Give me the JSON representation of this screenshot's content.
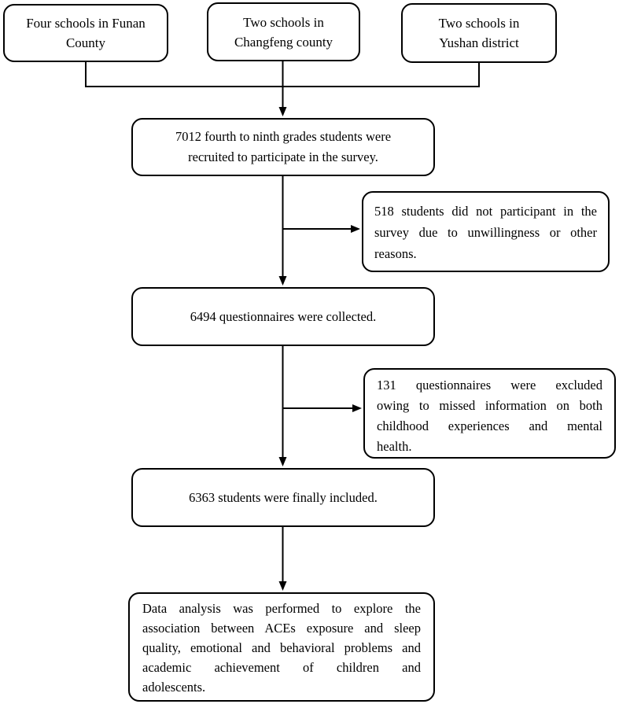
{
  "flowchart": {
    "sources": [
      {
        "name": "funan",
        "label": [
          "Four schools in Funan",
          "County"
        ]
      },
      {
        "name": "changfeng",
        "label": [
          "Two schools in",
          "Changfeng county"
        ]
      },
      {
        "name": "yushan",
        "label": [
          "Two schools in",
          "Yushan district"
        ]
      }
    ],
    "steps": [
      {
        "name": "recruited",
        "label": [
          "7012 fourth to ninth grades students were",
          "recruited to participate in the survey."
        ]
      },
      {
        "name": "collected",
        "label": "6494 questionnaires were collected."
      },
      {
        "name": "included",
        "label": "6363 students were finally included."
      },
      {
        "name": "analysis",
        "label": [
          "Data analysis was performed to explore the",
          "association between ACEs exposure and sleep",
          "quality, emotional and behavioral problems and",
          "academic achievement of children and",
          "adolescents."
        ]
      }
    ],
    "exclusions": [
      {
        "name": "non-participants",
        "label": [
          "518 students did not participant in the",
          "survey due to unwillingness or other",
          "reasons."
        ]
      },
      {
        "name": "excluded-questionnaires",
        "label": [
          "131 questionnaires were excluded",
          "owing to missed information on both",
          "childhood experiences and mental",
          "health."
        ]
      }
    ],
    "colors": {
      "line": "#000000",
      "box_border": "#000000",
      "box_fill": "#ffffff",
      "text": "#000000",
      "page_bg": "#ffffff"
    }
  }
}
